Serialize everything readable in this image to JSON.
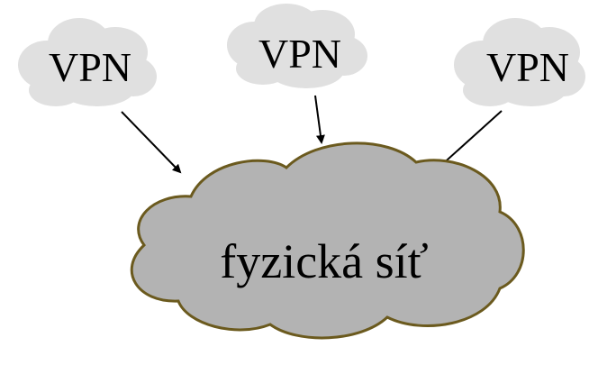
{
  "diagram": {
    "vpn_clouds": [
      {
        "label": "VPN"
      },
      {
        "label": "VPN"
      },
      {
        "label": "VPN"
      }
    ],
    "physical_network": {
      "label": "fyzická síť"
    },
    "colors": {
      "vpn_cloud_fill": "#e0e0e0",
      "physical_cloud_fill": "#b3b3b3",
      "physical_cloud_outline": "#6b5a1e",
      "arrow": "#000000",
      "text": "#000000"
    }
  }
}
